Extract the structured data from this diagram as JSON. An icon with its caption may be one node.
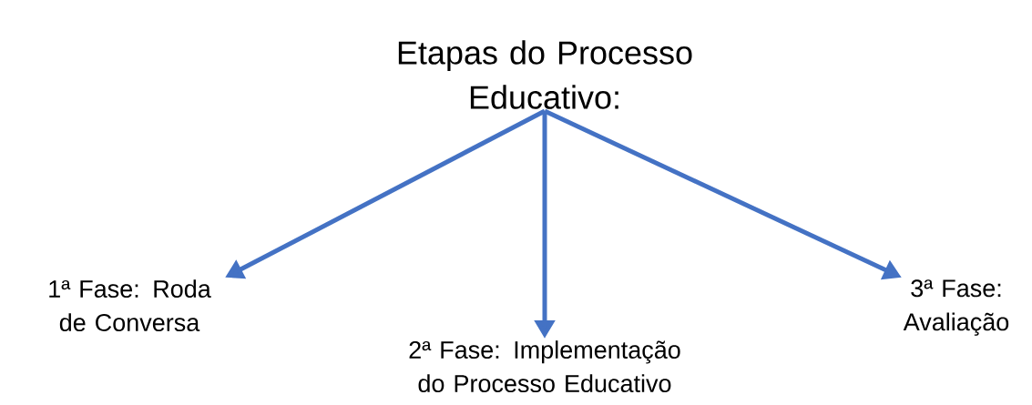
{
  "diagram": {
    "nodes": [
      {
        "text": [
          "Etapas do Processo Educativo:"
        ]
      },
      {
        "text": [
          "1ª Fase: Roda de Conversa"
        ]
      },
      {
        "text": [
          "2ª Fase: Implementação do Processo Educativo"
        ]
      },
      {
        "text": [
          "3ª Fase: Avaliação"
        ]
      }
    ],
    "edges": [
      {
        "from": 0,
        "to": 1,
        "arrow": "to"
      },
      {
        "from": 0,
        "to": 2,
        "arrow": "to"
      },
      {
        "from": 0,
        "to": 3,
        "arrow": "to"
      }
    ]
  }
}
